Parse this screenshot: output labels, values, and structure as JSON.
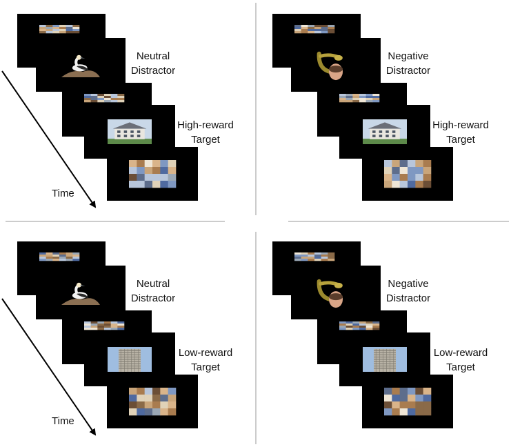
{
  "colors": {
    "screen": "#000000",
    "divider": "#9a9a9a",
    "arrow": "#000000",
    "background": "#ffffff"
  },
  "time_label": "Time",
  "panels": [
    {
      "id": "top-left",
      "distractor": {
        "line1": "Neutral",
        "line2": "Distractor",
        "image": "bird-image"
      },
      "target": {
        "line1": "High-reward",
        "line2": "Target",
        "image": "house-image"
      },
      "show_time_arrow": true
    },
    {
      "id": "top-right",
      "distractor": {
        "line1": "Negative",
        "line2": "Distractor",
        "image": "snake-image"
      },
      "target": {
        "line1": "High-reward",
        "line2": "Target",
        "image": "house-image"
      },
      "show_time_arrow": false
    },
    {
      "id": "bottom-left",
      "distractor": {
        "line1": "Neutral",
        "line2": "Distractor",
        "image": "bird-image"
      },
      "target": {
        "line1": "Low-reward",
        "line2": "Target",
        "image": "building-image"
      },
      "show_time_arrow": true
    },
    {
      "id": "bottom-right",
      "distractor": {
        "line1": "Negative",
        "line2": "Distractor",
        "image": "snake-image"
      },
      "target": {
        "line1": "Low-reward",
        "line2": "Target",
        "image": "building-image"
      },
      "show_time_arrow": false
    }
  ]
}
